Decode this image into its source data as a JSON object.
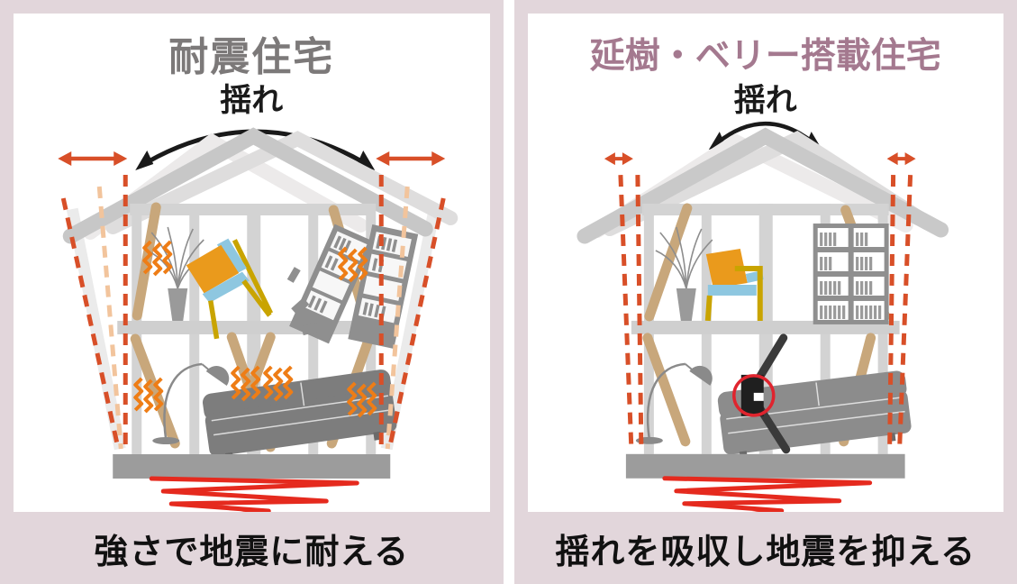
{
  "panels": {
    "left": {
      "title": "耐震住宅",
      "shake_label": "揺れ",
      "caption": "強さで地震に耐える"
    },
    "right": {
      "title": "延樹・ベリー搭載住宅",
      "shake_label": "揺れ",
      "caption": "揺れを吸収し地震を抑える"
    }
  },
  "colors": {
    "page_background": "#ffffff",
    "card_pink": "#e2d6db",
    "title_gray": "#7c7979",
    "title_mauve": "#a4798f",
    "text_black": "#1a1a1a",
    "sway_arrow_red": "#d84f28",
    "sway_dash_peach": "#f2c49c",
    "quake_wave_red": "#e52a1e",
    "structure_gray": "#d3d3d3",
    "roof_gray": "#c7c7c7",
    "foundation_gray": "#9c9c9c",
    "brace_tan": "#c8a77b",
    "stress_squiggle_orange": "#ee7d16",
    "furniture_gray": "#7d7d7d",
    "chair_orange": "#ea9a1c",
    "chair_blue": "#8ec7e0",
    "chair_yellow": "#c9a400",
    "damper_dark": "#1f1f1f",
    "damper_highlight_red": "#e0242e"
  }
}
